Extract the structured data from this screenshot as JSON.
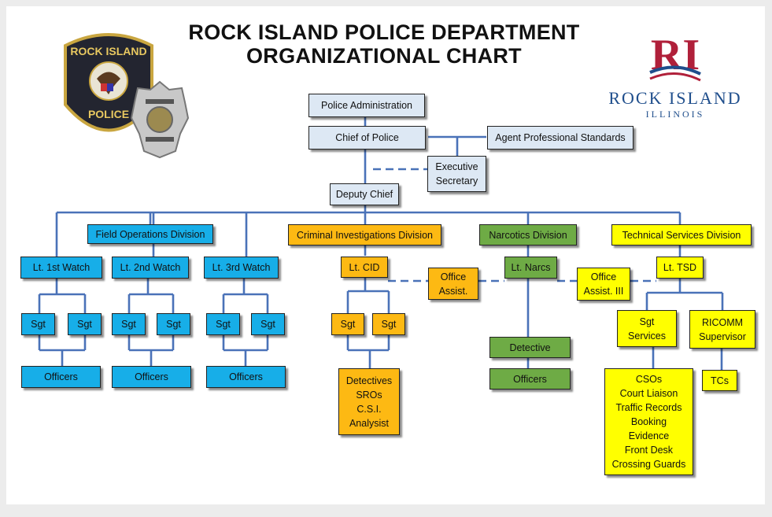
{
  "header": {
    "title_line1": "ROCK ISLAND POLICE DEPARTMENT",
    "title_line2": "ORGANIZATIONAL CHART"
  },
  "logos": {
    "patch_text_top": "ROCK ISLAND",
    "patch_text_bottom": "POLICE",
    "city_name": "ROCK ISLAND",
    "city_state": "ILLINOIS",
    "city_monogram": "RI"
  },
  "colors": {
    "admin": "#dde8f4",
    "field_operations": "#17aee8",
    "criminal_investigations": "#fdb913",
    "narcotics": "#6eab45",
    "technical_services": "#ffff00",
    "lines": "#4a72b8",
    "brand_red": "#b0203a",
    "brand_blue": "#1f4e8c"
  },
  "admin": {
    "police_administration": "Police Administration",
    "chief": "Chief of Police",
    "agent": "Agent Professional Standards",
    "secretary": "Executive\nSecretary",
    "deputy": "Deputy Chief"
  },
  "field_ops": {
    "division": "Field Operations Division",
    "watches": [
      "Lt. 1st Watch",
      "Lt. 2nd Watch",
      "Lt. 3rd Watch"
    ],
    "sgt": "Sgt",
    "officers": "Officers"
  },
  "cid": {
    "division": "Criminal Investigations Division",
    "lt": "Lt. CID",
    "office_assist": "Office\nAssist.",
    "sgt": "Sgt",
    "units": "Detectives\nSROs\nC.S.I.\nAnalysist"
  },
  "narcotics": {
    "division": "Narcotics Division",
    "lt": "Lt. Narcs",
    "detective": "Detective",
    "officers": "Officers"
  },
  "tsd": {
    "division": "Technical Services Division",
    "lt": "Lt. TSD",
    "office_assist": "Office\nAssist. III",
    "sgt_services": "Sgt\nServices",
    "ricomm": "RICOMM\nSupervisor",
    "units": "CSOs\nCourt Liaison\nTraffic Records\nBooking\nEvidence\nFront Desk\nCrossing Guards",
    "tcs": "TCs"
  }
}
